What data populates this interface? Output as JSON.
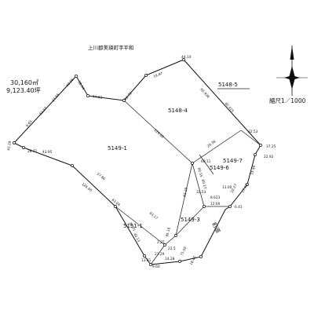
{
  "header": {
    "location": "上川郡美瑛町字平和",
    "area_sqm": "30,160㎡",
    "area_tsubo": "9,123.40坪"
  },
  "scale_label": "縮尺1／1000",
  "parcels": {
    "p5149_1": "5149-1",
    "p5148_4": "5148-4",
    "p5148_5": "5148-5",
    "p5149_7": "5149-7",
    "p5149_6": "5149-6",
    "p5149_3": "5149-3",
    "p5151_1": "5151-1"
  },
  "road_label": "町道",
  "dimensions": {
    "d_top": "44.14",
    "d_ne1": "60.936",
    "d_ne2": "40.415",
    "d_ne3": "37.25",
    "d_ne4": "22.92",
    "d_e1": "15.40",
    "d_e2": "17.46",
    "d_e3": "10.27",
    "d_e4": "32.53",
    "d_e5": "13.00",
    "d_diag": "126.68",
    "d_mid1": "60.11",
    "d_mid2": "20.38",
    "d_mid3": "60.55",
    "d_mid4": "60.27",
    "d_mid5": "62.25",
    "d_mid6": "63.17",
    "d_mid7": "126.00",
    "d_mid8": "8.623",
    "d_mid9": "12.60",
    "d_mid10": "6.41",
    "d_w1": "9.65",
    "d_w2": "32.53",
    "d_w3": "27.55",
    "d_w4": "40.36",
    "d_w5": "38.34",
    "d_w6": "32.53",
    "d_n1": "54.63",
    "d_n2": "52.72",
    "d_n3": "19.87",
    "d_left1": "43.95",
    "d_left2": "28.71",
    "d_left3": "41.29",
    "d_c1": "57.86",
    "d_c2": "63.04",
    "d_c3": "33.75",
    "d_c4": "40.13",
    "d_c5": "95.16",
    "d_b1": "22.5",
    "d_b2": "21.29",
    "d_b3": "14.28",
    "d_b4": "9.60",
    "d_b5": "13.81",
    "d_b6": "2.25",
    "d_r1": "71.50",
    "d_r2": "18.40"
  }
}
